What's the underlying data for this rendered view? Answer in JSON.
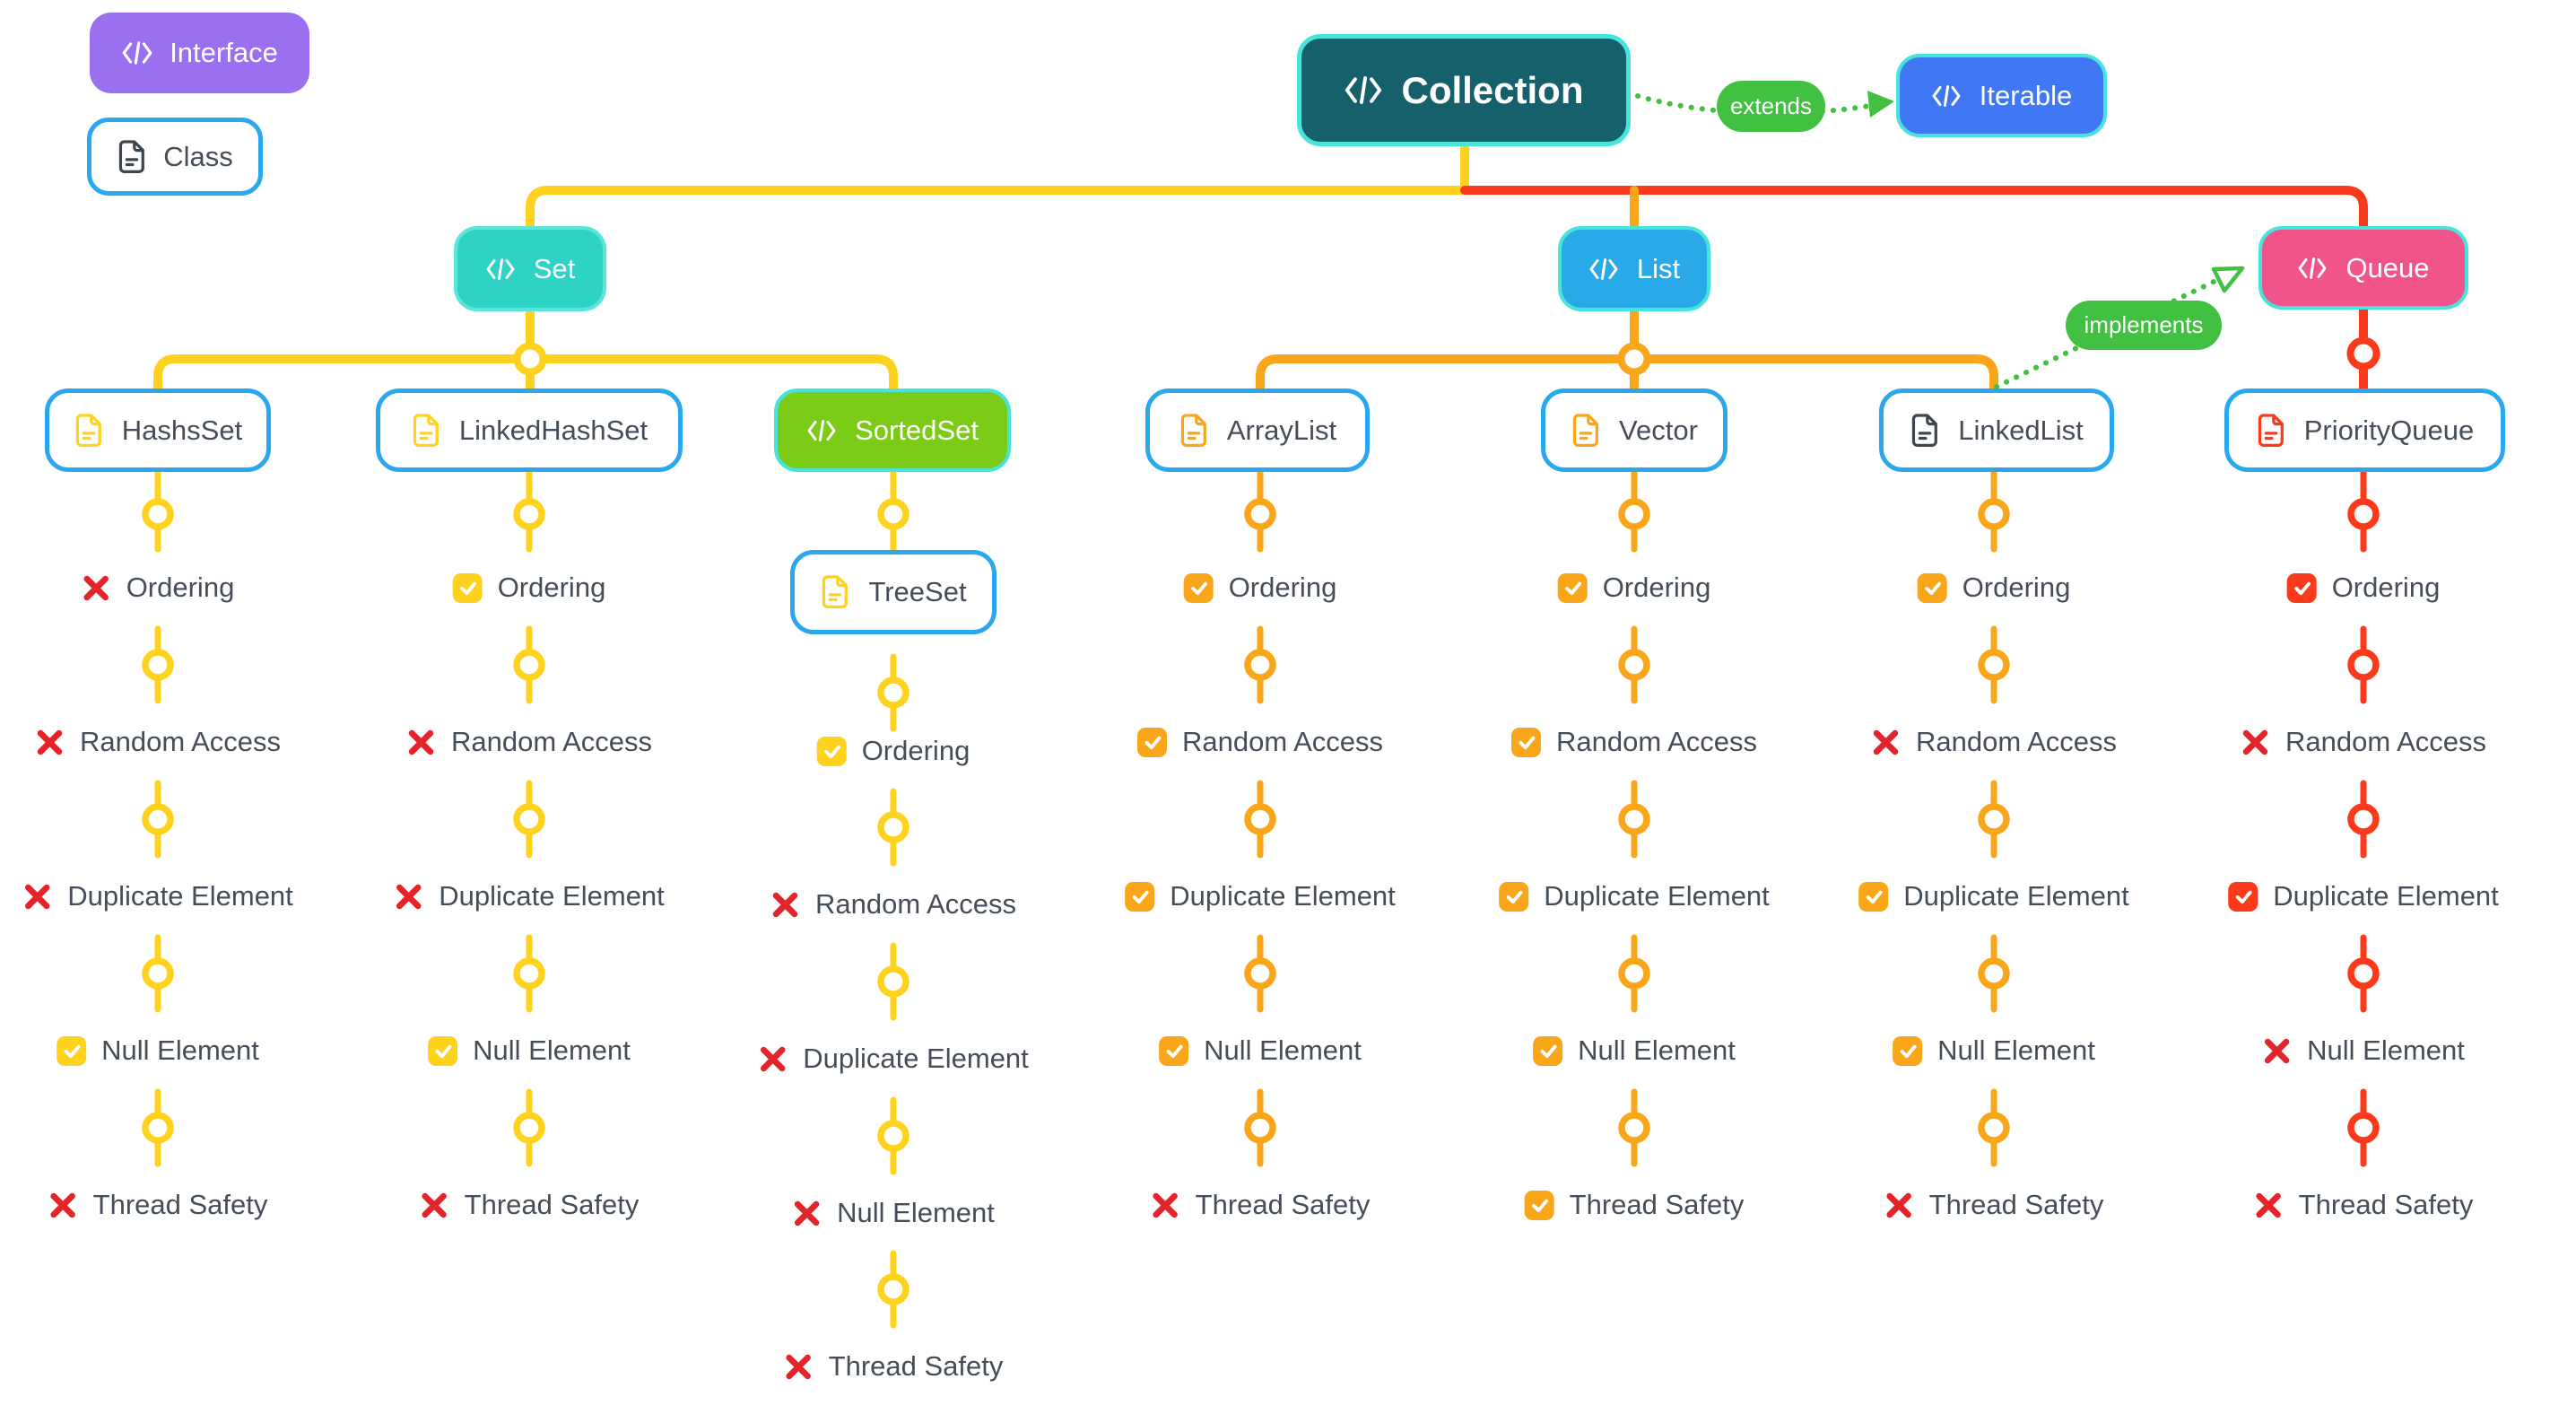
{
  "legend": {
    "interface_label": "Interface",
    "class_label": "Class"
  },
  "root": {
    "collection": "Collection",
    "iterable": "Iterable"
  },
  "relations": {
    "extends": "extends",
    "implements": "implements"
  },
  "branches": {
    "set": "Set",
    "list": "List",
    "queue": "Queue"
  },
  "columns": [
    {
      "name": "HashsSet",
      "branch": "set",
      "props": [
        {
          "label": "Ordering",
          "supported": false
        },
        {
          "label": "Random Access",
          "supported": false
        },
        {
          "label": "Duplicate Element",
          "supported": false
        },
        {
          "label": "Null Element",
          "supported": true
        },
        {
          "label": "Thread Safety",
          "supported": false
        }
      ]
    },
    {
      "name": "LinkedHashSet",
      "branch": "set",
      "props": [
        {
          "label": "Ordering",
          "supported": true
        },
        {
          "label": "Random Access",
          "supported": false
        },
        {
          "label": "Duplicate Element",
          "supported": false
        },
        {
          "label": "Null Element",
          "supported": true
        },
        {
          "label": "Thread Safety",
          "supported": false
        }
      ]
    },
    {
      "name": "SortedSet",
      "child": "TreeSet",
      "branch": "set",
      "props": [
        {
          "label": "Ordering",
          "supported": true
        },
        {
          "label": "Random Access",
          "supported": false
        },
        {
          "label": "Duplicate Element",
          "supported": false
        },
        {
          "label": "Null Element",
          "supported": false
        },
        {
          "label": "Thread Safety",
          "supported": false
        }
      ]
    },
    {
      "name": "ArrayList",
      "branch": "list",
      "props": [
        {
          "label": "Ordering",
          "supported": true
        },
        {
          "label": "Random Access",
          "supported": true
        },
        {
          "label": "Duplicate Element",
          "supported": true
        },
        {
          "label": "Null Element",
          "supported": true
        },
        {
          "label": "Thread Safety",
          "supported": false
        }
      ]
    },
    {
      "name": "Vector",
      "branch": "list",
      "props": [
        {
          "label": "Ordering",
          "supported": true
        },
        {
          "label": "Random Access",
          "supported": true
        },
        {
          "label": "Duplicate Element",
          "supported": true
        },
        {
          "label": "Null Element",
          "supported": true
        },
        {
          "label": "Thread Safety",
          "supported": true
        }
      ]
    },
    {
      "name": "LinkedList",
      "branch": "list",
      "props": [
        {
          "label": "Ordering",
          "supported": true
        },
        {
          "label": "Random Access",
          "supported": false
        },
        {
          "label": "Duplicate Element",
          "supported": true
        },
        {
          "label": "Null Element",
          "supported": true
        },
        {
          "label": "Thread Safety",
          "supported": false
        }
      ]
    },
    {
      "name": "PriorityQueue",
      "branch": "queue",
      "props": [
        {
          "label": "Ordering",
          "supported": true
        },
        {
          "label": "Random Access",
          "supported": false
        },
        {
          "label": "Duplicate Element",
          "supported": true
        },
        {
          "label": "Null Element",
          "supported": false
        },
        {
          "label": "Thread Safety",
          "supported": false
        }
      ]
    }
  ],
  "colors": {
    "interface_badge": "#9B70F0",
    "class_border": "#2AA7EF",
    "collection_fill": "#15606B",
    "iterable_fill": "#4077F5",
    "set_fill": "#2FD3C6",
    "list_fill": "#29A9E8",
    "queue_fill": "#F0548A",
    "sortedset_fill": "#7CCB17",
    "cyan_border": "#47E4DC",
    "set_branch": "#FFD21E",
    "list_branch": "#FAA61A",
    "queue_branch": "#FB391B",
    "relation_green": "#41C041",
    "cross_red": "#E3242B",
    "text": "#454E58"
  }
}
